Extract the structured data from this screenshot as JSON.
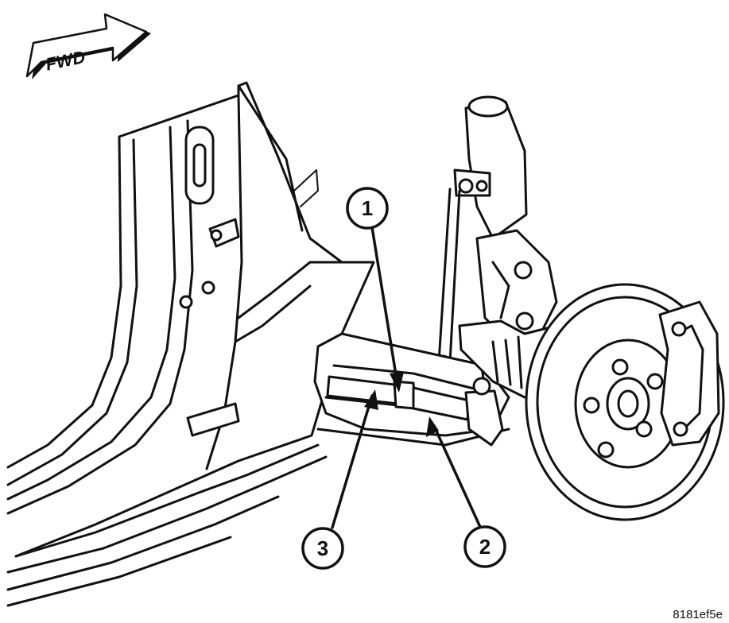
{
  "direction_label": "FWD",
  "callouts": [
    {
      "number": "1"
    },
    {
      "number": "2"
    },
    {
      "number": "3"
    }
  ],
  "figure_code": "8181ef5e"
}
